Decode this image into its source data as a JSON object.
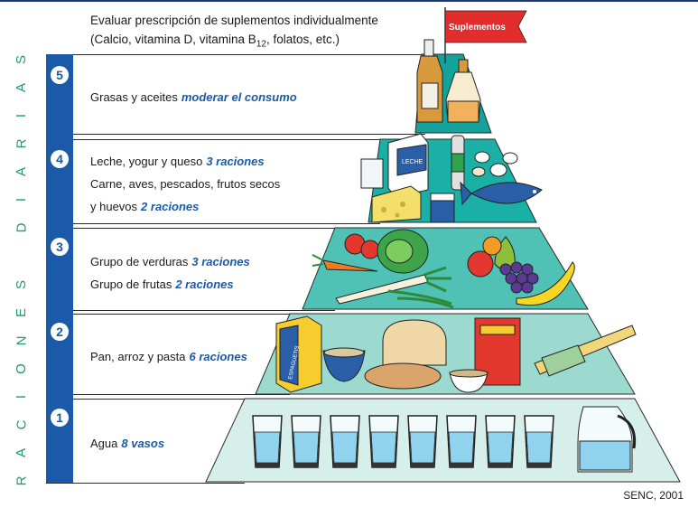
{
  "supplements": {
    "line1": "Evaluar prescripción de suplementos individualmente",
    "line2_a": "(Calcio, vitamina D, vitamina B",
    "line2_sub": "12",
    "line2_b": ", folatos, etc.)",
    "flag": "Suplementos"
  },
  "side_label": [
    "R",
    "A",
    "C",
    "I",
    "O",
    "N",
    "E",
    "S",
    " ",
    "D",
    "I",
    "A",
    "R",
    "I",
    "A",
    "S"
  ],
  "levels": [
    {
      "number": "5",
      "lines": [
        {
          "text": "Grasas y aceites",
          "em": "moderar el consumo"
        }
      ]
    },
    {
      "number": "4",
      "lines": [
        {
          "text": "Leche, yogur y queso",
          "em": "3 raciones"
        },
        {
          "text": "Carne, aves, pescados, frutos secos",
          "em": ""
        },
        {
          "text": "y huevos",
          "em": "2 raciones"
        }
      ]
    },
    {
      "number": "3",
      "lines": [
        {
          "text": "Grupo de verduras",
          "em": "3 raciones"
        },
        {
          "text": "Grupo de frutas",
          "em": "2 raciones"
        }
      ]
    },
    {
      "number": "2",
      "lines": [
        {
          "text": "Pan, arroz y pasta",
          "em": "6 raciones"
        }
      ]
    },
    {
      "number": "1",
      "lines": [
        {
          "text": "Agua",
          "em": "8 vasos"
        }
      ]
    }
  ],
  "food_labels": {
    "milk_carton": "LECHE",
    "pasta_box": "ESPAGUETIS"
  },
  "credit": "SENC, 2001",
  "colors": {
    "accent_blue": "#1a5aa8",
    "side_green": "#1f9a6a",
    "tier_top": "#13a39c",
    "tier_bottom": "#d6efeb",
    "flag_red": "#e32d2d"
  }
}
